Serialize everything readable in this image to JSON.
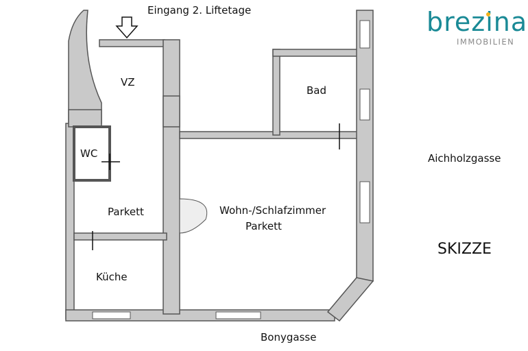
{
  "labels": {
    "entrance": "Eingang 2. Liftetage",
    "vz": "VZ",
    "bad": "Bad",
    "wc": "WC",
    "parkett": "Parkett",
    "wohn": "Wohn-/Schlafzimmer",
    "wohn_floor": "Parkett",
    "kueche": "Küche",
    "street_right": "Aichholzgasse",
    "street_bottom": "Bonygasse",
    "sketch": "SKIZZE"
  },
  "logo": {
    "brand": "brezina",
    "sub": "IMMOBILIEN",
    "brand_color": "#1a8a96",
    "dot_color": "#f2b21a"
  }
}
